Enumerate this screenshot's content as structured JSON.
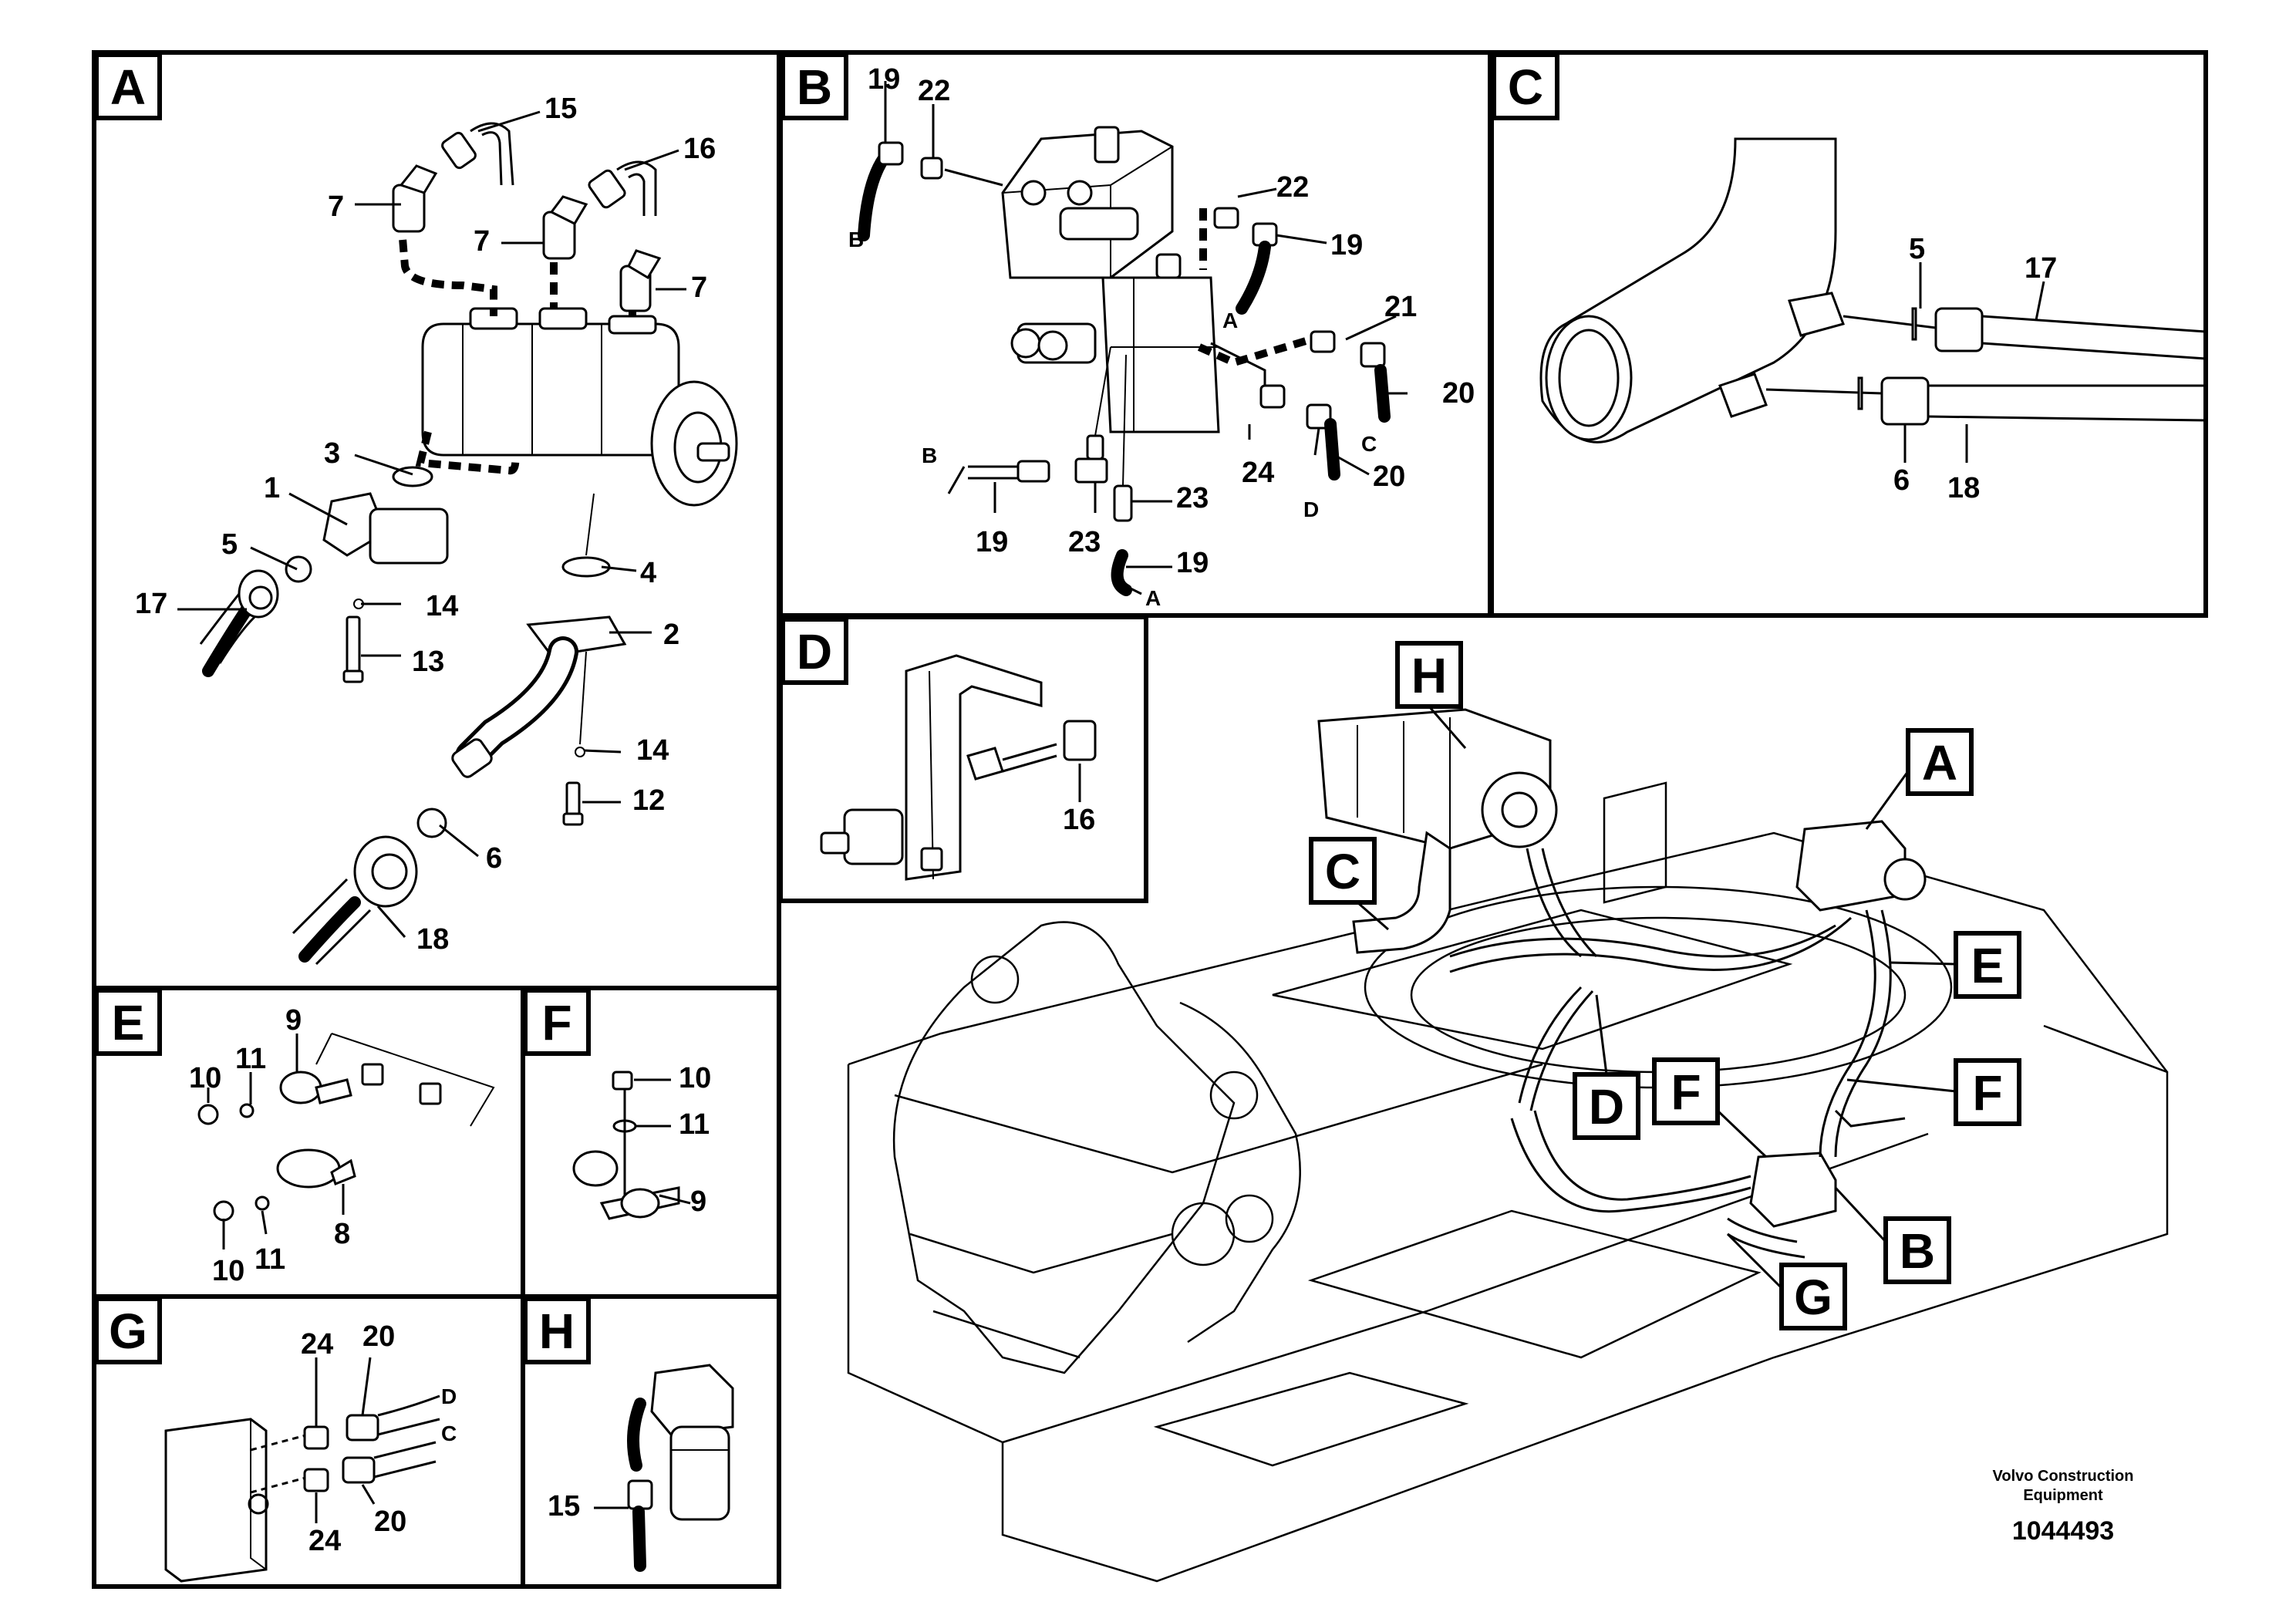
{
  "panels": {
    "A": {
      "letter": "A",
      "callouts": [
        "15",
        "16",
        "7",
        "7",
        "7",
        "3",
        "1",
        "5",
        "17",
        "14",
        "13",
        "4",
        "2",
        "14",
        "12",
        "6",
        "18"
      ]
    },
    "B": {
      "letter": "B",
      "callouts": [
        "19",
        "22",
        "B",
        "22",
        "19",
        "A",
        "21",
        "20",
        "C",
        "20",
        "D",
        "24",
        "B",
        "19",
        "23",
        "23",
        "19",
        "A"
      ]
    },
    "C": {
      "letter": "C",
      "callouts": [
        "5",
        "17",
        "6",
        "18"
      ]
    },
    "D": {
      "letter": "D",
      "callouts": [
        "16"
      ]
    },
    "E": {
      "letter": "E",
      "callouts": [
        "9",
        "11",
        "10",
        "8",
        "10",
        "11"
      ]
    },
    "F": {
      "letter": "F",
      "callouts": [
        "10",
        "11",
        "9"
      ]
    },
    "G": {
      "letter": "G",
      "callouts": [
        "24",
        "20",
        "D",
        "C",
        "24",
        "20"
      ]
    },
    "H": {
      "letter": "H",
      "callouts": [
        "15"
      ]
    }
  },
  "overview_labels": [
    "H",
    "A",
    "C",
    "E",
    "F",
    "D",
    "F",
    "B",
    "G"
  ],
  "footer": {
    "company_line1": "Volvo Construction",
    "company_line2": "Equipment",
    "drawing_number": "1044493"
  }
}
